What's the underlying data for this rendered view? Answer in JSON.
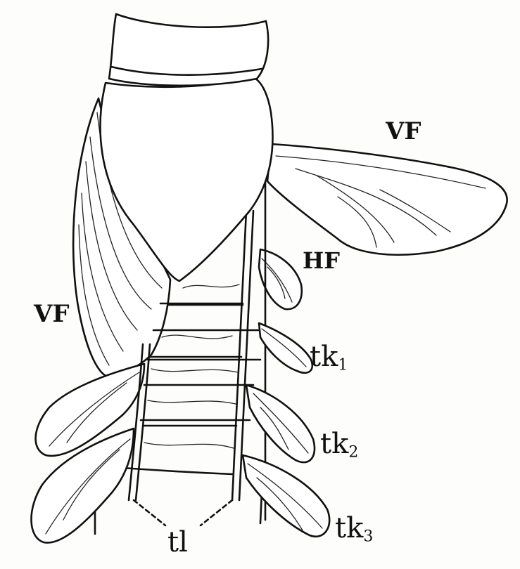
{
  "labels": {
    "vf_right": "VF",
    "vf_left": "VF",
    "hf": "HF",
    "tk1": "tk",
    "tk1_sub": "1",
    "tk2": "tk",
    "tk2_sub": "2",
    "tk3": "tk",
    "tk3_sub": "3",
    "tl": "tl"
  }
}
